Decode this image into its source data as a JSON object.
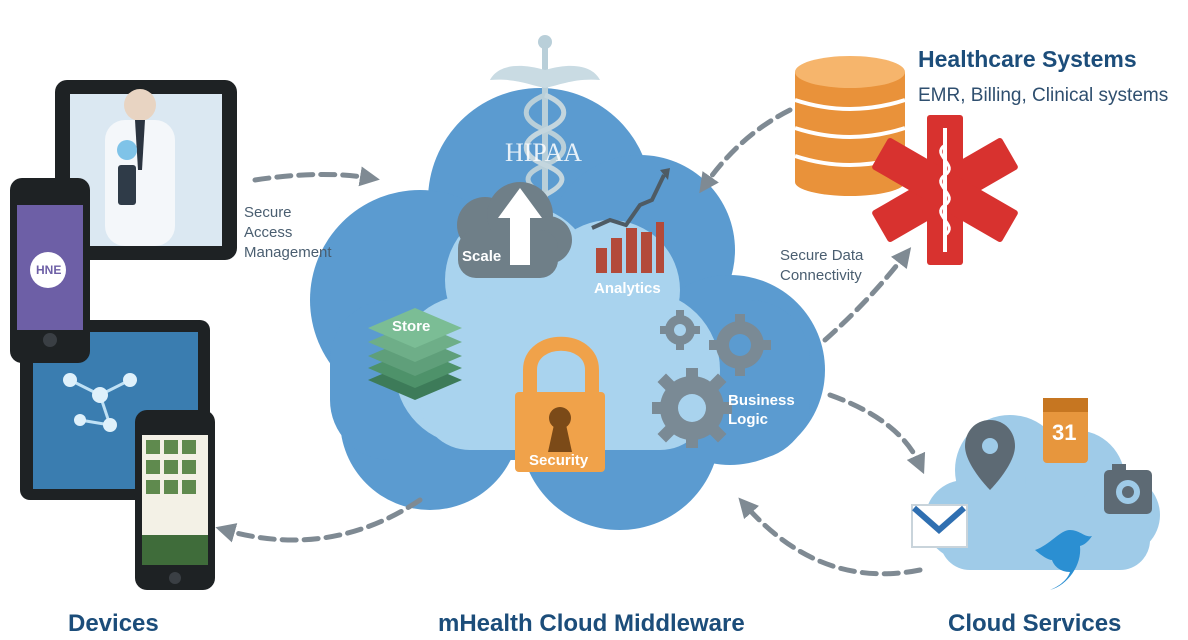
{
  "sections": {
    "devices": "Devices",
    "middleware": "mHealth Cloud Middleware",
    "cloud_services": "Cloud Services"
  },
  "healthcare": {
    "title": "Healthcare Systems",
    "subtitle": "EMR, Billing, Clinical systems"
  },
  "connections": {
    "secure_access": [
      "Secure",
      "Access",
      "Management"
    ],
    "secure_data": [
      "Secure Data",
      "Connectivity"
    ]
  },
  "cloud_modules": {
    "hipaa": "HIPAA",
    "scale": "Scale",
    "analytics": "Analytics",
    "store": "Store",
    "security": "Security",
    "business_logic": [
      "Business",
      "Logic"
    ]
  },
  "phone_badge": "HNE",
  "calendar_day": "31",
  "colors": {
    "cloud_outer": "#5b9bd0",
    "cloud_inner": "#a9d3ee",
    "orange": "#f0a24a",
    "red": "#d8322f",
    "green": "#5f9f7a",
    "heading": "#1c4d7a"
  }
}
